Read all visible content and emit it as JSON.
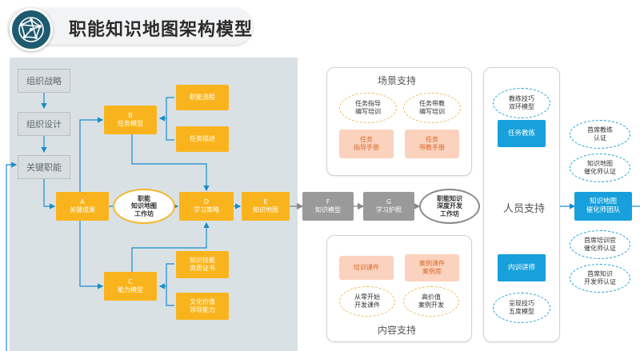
{
  "title": "职能知识地图架构模型",
  "colors": {
    "gold": "#f9b41d",
    "blue": "#17a0db",
    "gray": "#9a9a9a",
    "panel": "#d9e1e5",
    "peach": "#fbd2bd"
  },
  "left_panel": {
    "org": [
      "组织战略",
      "组织设计",
      "关键职能"
    ],
    "nodes": {
      "a_letter": "A",
      "a_label": "关键成果",
      "b_letter": "B",
      "b_label": "任务模型",
      "c_letter": "C",
      "c_label": "能力模型",
      "d_letter": "D",
      "d_label": "学习策略",
      "e_letter": "E",
      "e_label": "知识地图"
    },
    "task_items": [
      "职能流程",
      "任务描述"
    ],
    "ability_items": [
      [
        "知识技能",
        "资质证书"
      ],
      [
        "文化价值",
        "领导能力"
      ]
    ],
    "workshop": [
      "职能",
      "知识地图",
      "工作坊"
    ]
  },
  "chain": {
    "f_letter": "F",
    "f_label": "知识模型",
    "g_letter": "G",
    "g_label": "学习护照",
    "deep_workshop": [
      "职能知识",
      "深度开发",
      "工作坊"
    ]
  },
  "scene_support": {
    "title": "场景支持",
    "ovals": [
      [
        "任务指导",
        "编写培训"
      ],
      [
        "任务带教",
        "编写培训"
      ]
    ],
    "boxes": [
      [
        "任务",
        "指导手册"
      ],
      [
        "任务",
        "带教手册"
      ]
    ]
  },
  "content_support": {
    "title": "内容支持",
    "boxes": [
      [
        "培训课件"
      ],
      [
        "案例课件",
        "案例库"
      ]
    ],
    "ovals": [
      [
        "从零开始",
        "开发课件"
      ],
      [
        "高价值",
        "案例开发"
      ]
    ]
  },
  "people_support": {
    "title": "人员支持",
    "oval_top": [
      "教练技巧",
      "双环模型"
    ],
    "coach": "任务教练",
    "trainer": "内训讲师",
    "oval_bottom": [
      "呈现技巧",
      "五度模型"
    ]
  },
  "right_column": {
    "ovals_top": [
      [
        "首席教练",
        "认证"
      ],
      [
        "知识地图",
        "催化师认证"
      ]
    ],
    "team": [
      "知识地图",
      "催化师团队"
    ],
    "ovals_bottom": [
      [
        "首席培训官",
        "催化师认证"
      ],
      [
        "首席知识",
        "开发师认证"
      ]
    ]
  }
}
